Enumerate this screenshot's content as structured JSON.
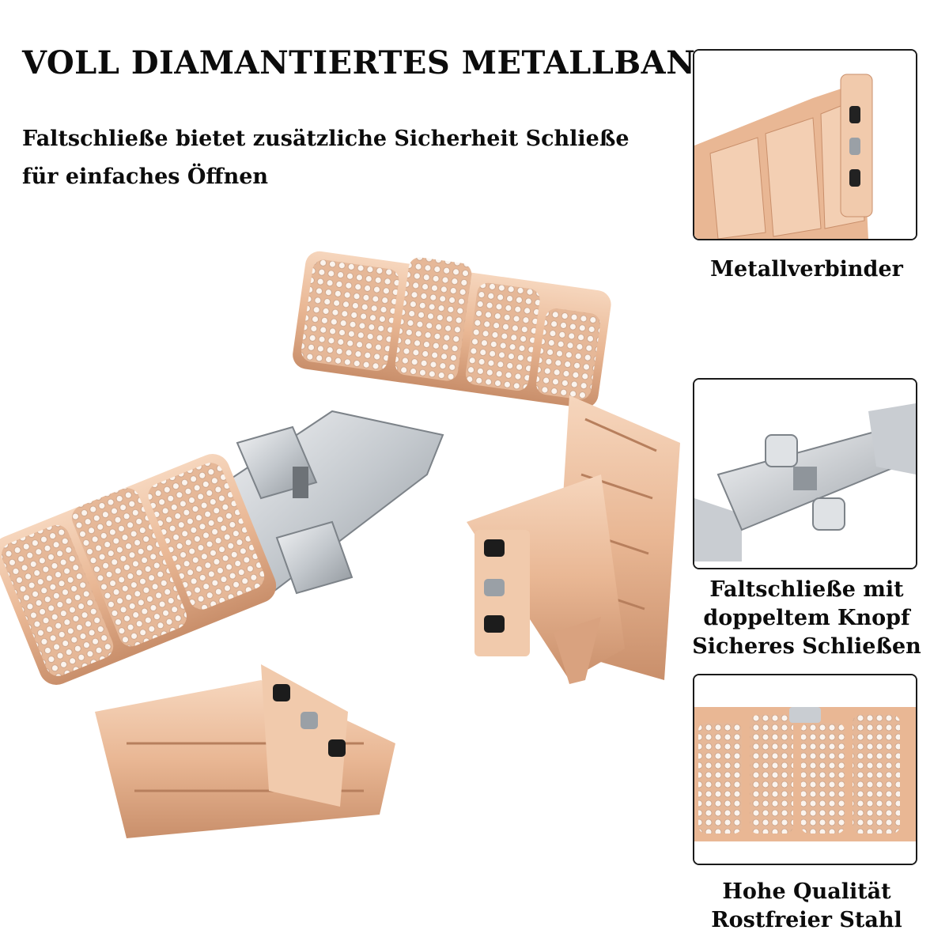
{
  "headline": "VOLL DIAMANTIERTES METALLBAND",
  "subtitle": {
    "line1": "Faltschließe bietet zusätzliche Sicherheit Schließe",
    "line2": "für einfaches Öffnen"
  },
  "features": [
    {
      "icon": "metal-connector-icon",
      "lines": [
        "Metallverbinder"
      ]
    },
    {
      "icon": "butterfly-clasp-icon",
      "lines": [
        "Faltschließe mit",
        "doppeltem Knopf",
        "Sicheres Schließen"
      ]
    },
    {
      "icon": "diamond-links-icon",
      "lines": [
        "Hohe Qualität",
        "Rostfreier Stahl"
      ]
    }
  ],
  "colors": {
    "rose_gold": "#e8b896",
    "rose_gold_dark": "#c98f6b",
    "silver": "#c9cdd2",
    "text": "#0c0c0c"
  }
}
